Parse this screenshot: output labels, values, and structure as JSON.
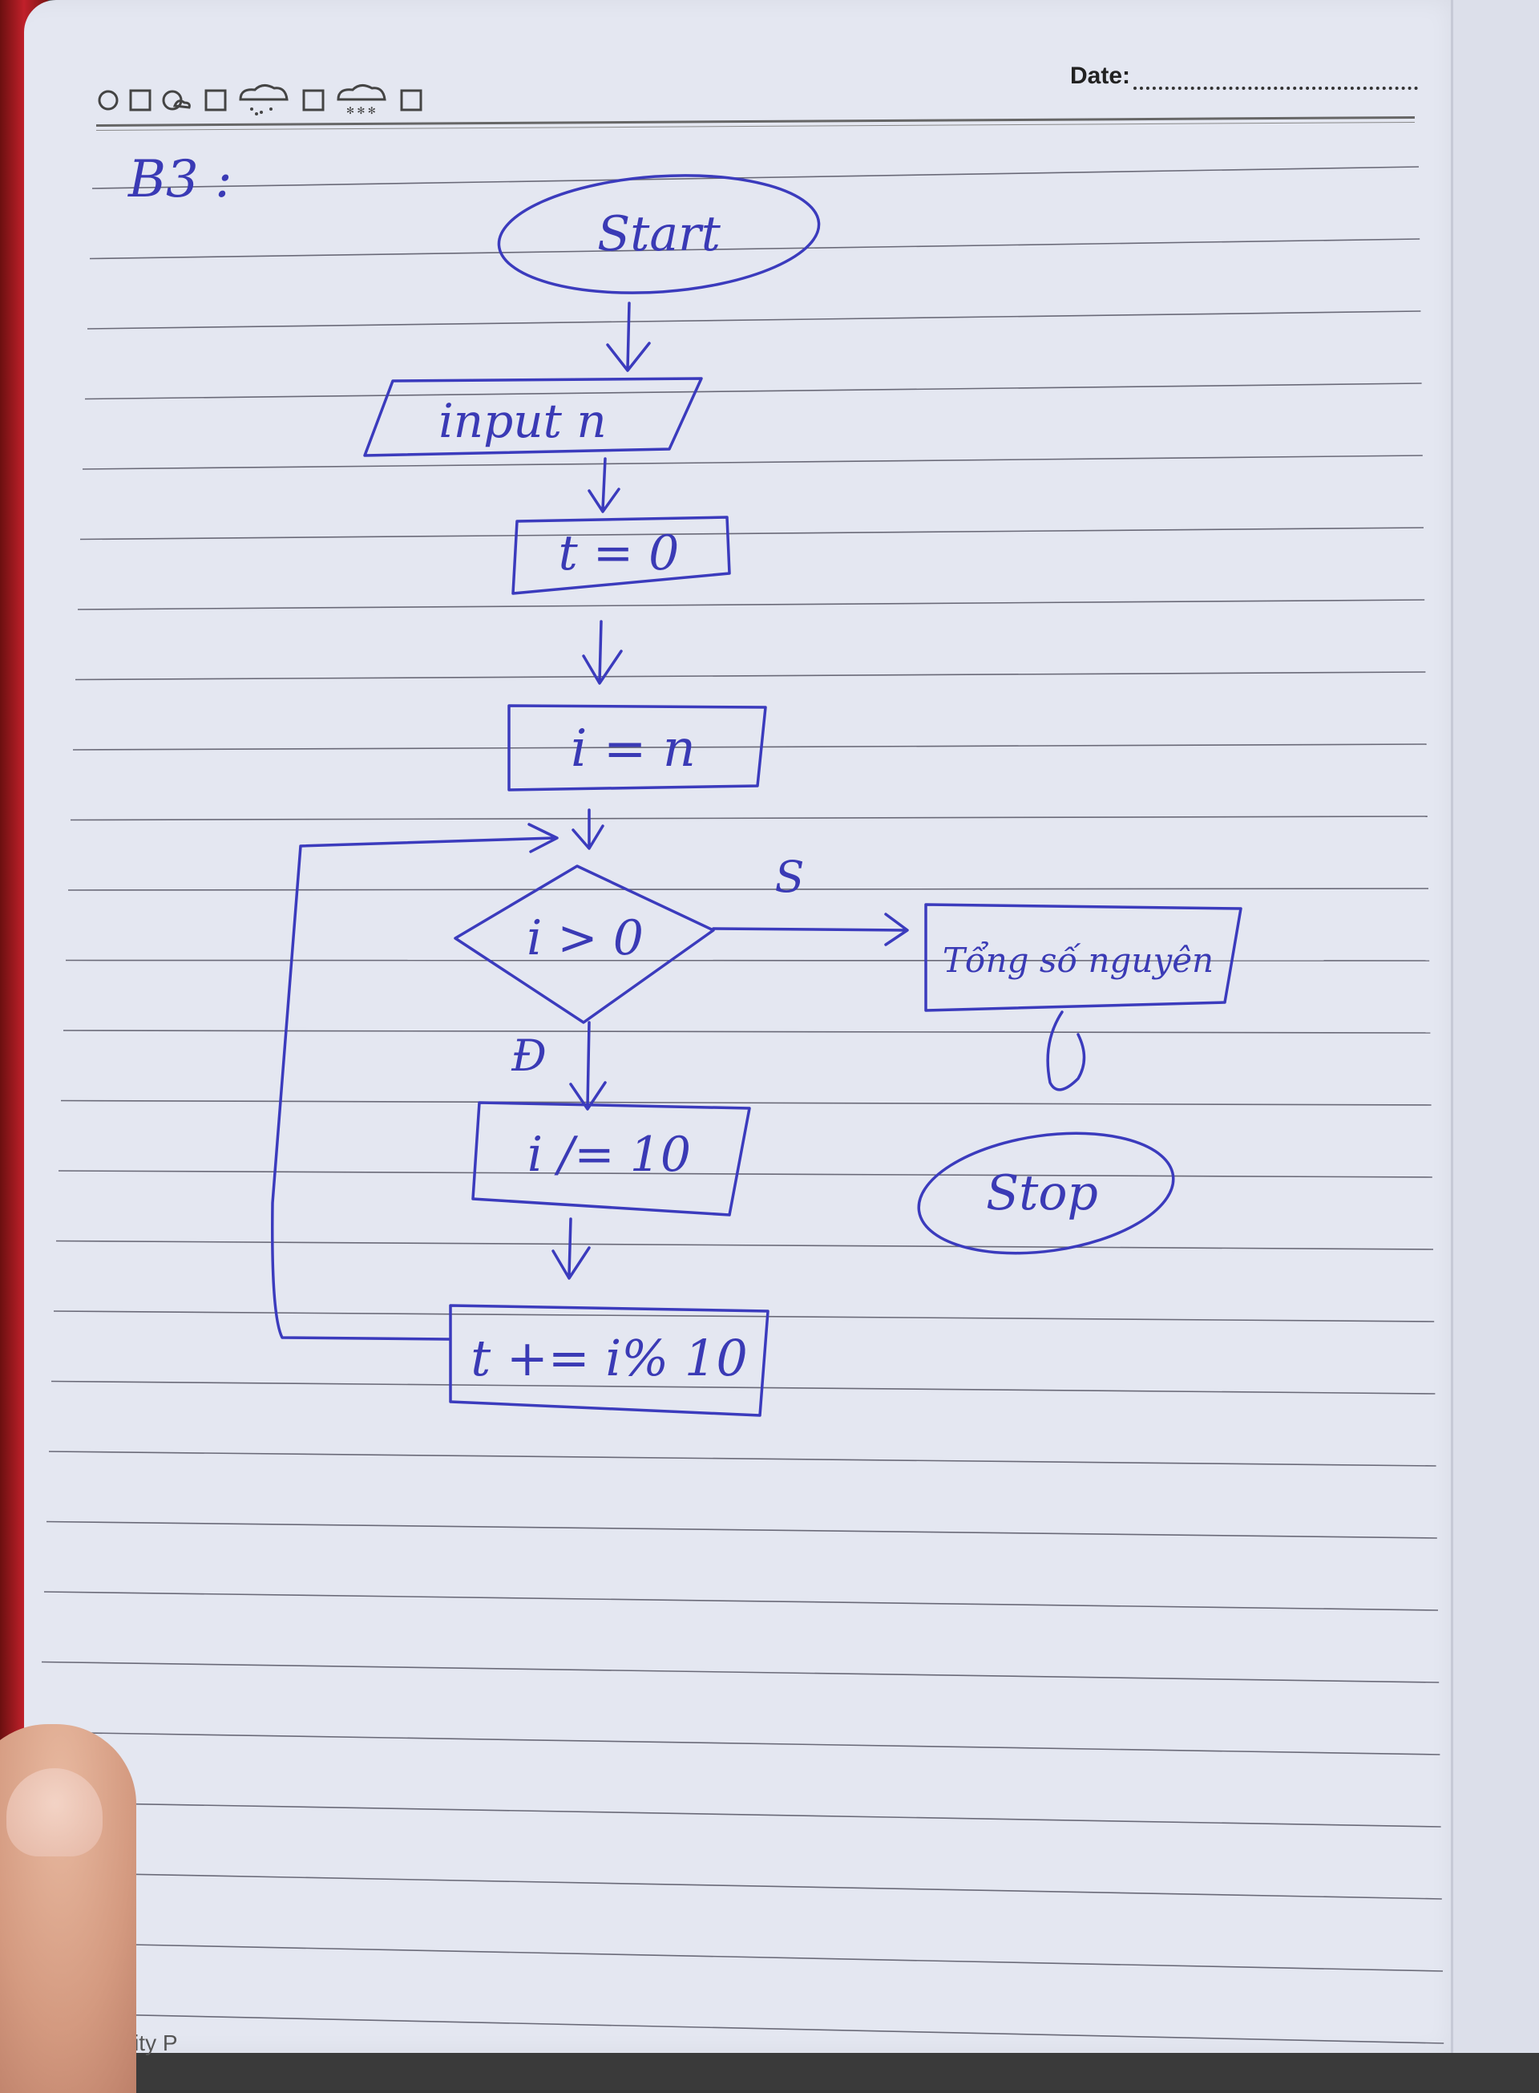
{
  "header": {
    "date_label": "Date:",
    "weather_icons": [
      "sun-icon",
      "checkbox-icon",
      "partly-cloudy-icon",
      "checkbox-icon",
      "rain-cloud-icon",
      "checkbox-icon",
      "snow-cloud-icon",
      "checkbox-icon"
    ]
  },
  "exercise_label": "B3 :",
  "flowchart": {
    "start": "Start",
    "input": "input n",
    "init_t": "t = 0",
    "init_i": "i = n",
    "condition": "i > 0",
    "branch_false": "S",
    "branch_true": "Đ",
    "update_i": "i /= 10",
    "update_t": "t += i% 10",
    "output": "Tổng số nguyên",
    "stop": "Stop"
  },
  "footer": {
    "text": "ook Quality P"
  },
  "colors": {
    "ink": "#3b3bbd",
    "paper": "#e4e7f1",
    "rule": "#6a6a78",
    "binding": "#c0202a"
  }
}
